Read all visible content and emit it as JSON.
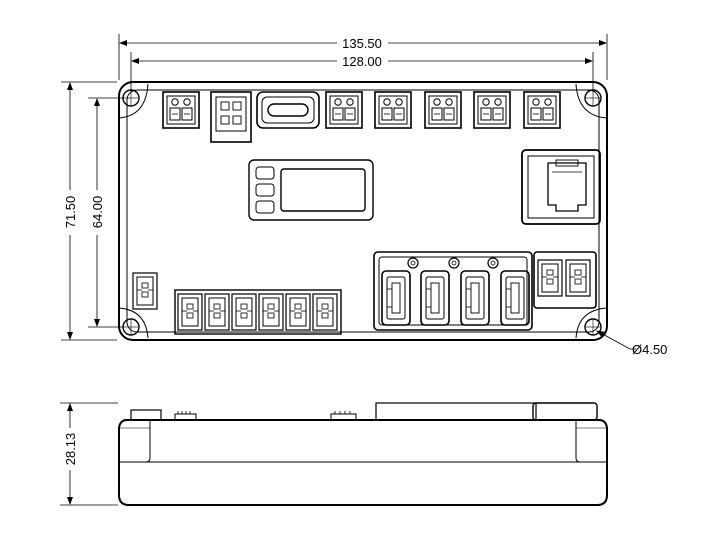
{
  "dimensions": {
    "overall_width": "135.50",
    "hole_spacing_width": "128.00",
    "overall_height": "71.50",
    "hole_spacing_height": "64.00",
    "hole_diameter": "Ø4.50",
    "thickness": "28.13"
  },
  "colors": {
    "line": "#000000",
    "background": "#ffffff"
  }
}
